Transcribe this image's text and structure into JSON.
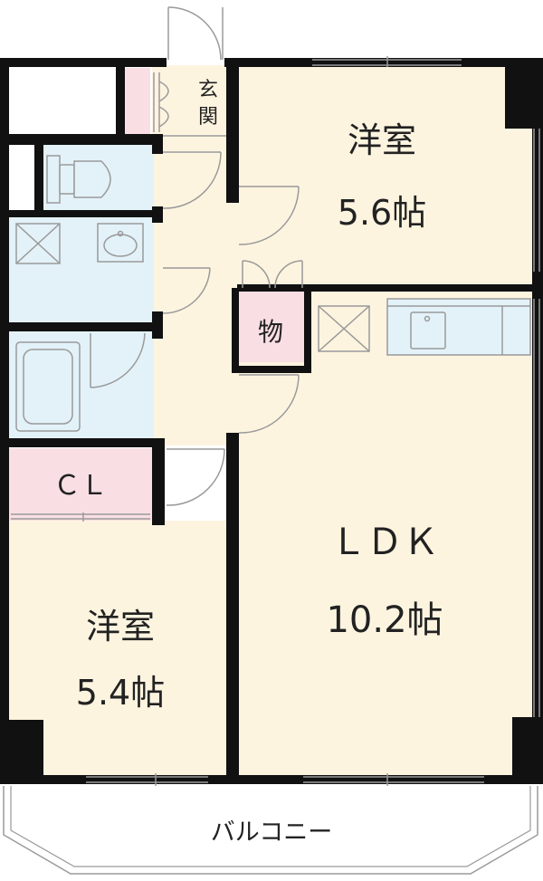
{
  "labels": {
    "entrance_1": "玄",
    "entrance_2": "関",
    "room_north_name": "洋室",
    "room_north_size": "5.6帖",
    "storage": "物",
    "ldk_name": "ＬＤＫ",
    "ldk_size": "10.2帖",
    "closet": "ＣＬ",
    "room_south_name": "洋室",
    "room_south_size": "5.4帖",
    "balcony": "バルコニー"
  },
  "colors": {
    "wall": "#111111",
    "room": "#fdf4e0",
    "wet_area": "#e3f2f8",
    "storage": "#f9dfe4",
    "line": "#9a9a9a"
  }
}
